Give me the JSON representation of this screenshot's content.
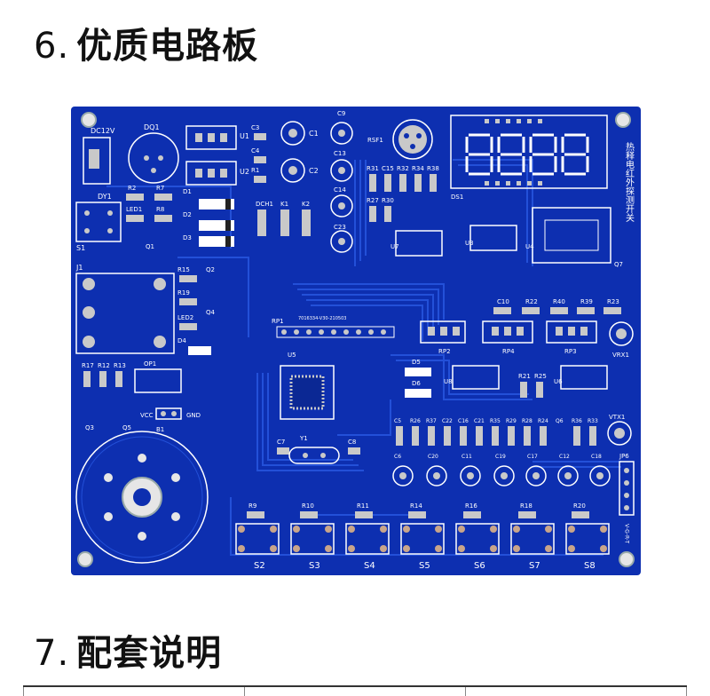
{
  "section6": {
    "number": "6.",
    "title": "优质电路板"
  },
  "section7": {
    "number": "7.",
    "title": "配套说明"
  },
  "pcb": {
    "board_color": "#0d2fb0",
    "copper_color": "#1e48d0",
    "silk_color": "#ffffff",
    "pad_color": "#c9c9c9",
    "brand_text": "热释电红外探测开关",
    "part_number": "7016334-V30-210503",
    "labels": {
      "dc12v": "DC12V",
      "dq1": "DQ1",
      "u1": "U1",
      "u2": "U2",
      "c3": "C3",
      "c4": "C4",
      "r1": "R1",
      "c1": "C1",
      "c2": "C2",
      "c9": "C9",
      "c13": "C13",
      "c14": "C14",
      "c23": "C23",
      "rsf1": "RSF1",
      "r31": "R31",
      "c15": "C15",
      "r32": "R32",
      "r34": "R34",
      "r38": "R38",
      "r27": "R27",
      "r30": "R30",
      "ds1": "DS1",
      "dy1": "DY1",
      "r2": "R2",
      "r7": "R7",
      "led1": "LED1",
      "r8": "R8",
      "s1": "S1",
      "d1": "D1",
      "d2": "D2",
      "d3": "D3",
      "q1": "Q1",
      "dch1": "DCH1",
      "k1": "K1",
      "k2": "K2",
      "u7": "U7",
      "u3": "U3",
      "u4": "U4",
      "q7": "Q7",
      "j1": "J1",
      "r15": "R15",
      "q2": "Q2",
      "r19": "R19",
      "led2": "LED2",
      "q4": "Q4",
      "d4": "D4",
      "rp1": "RP1",
      "c10": "C10",
      "r22": "R22",
      "r40": "R40",
      "r39": "R39",
      "r23": "R23",
      "rp2": "RP2",
      "rp4": "RP4",
      "rp3": "RP3",
      "vrx1": "VRX1",
      "r17": "R17",
      "r12": "R12",
      "r13": "R13",
      "op1": "OP1",
      "u5": "U5",
      "d5": "D5",
      "d6": "D6",
      "u6": "U6",
      "r21": "R21",
      "r25": "R25",
      "u8": "U8",
      "vcc": "VCC",
      "gnd": "GND",
      "b1": "B1",
      "q3": "Q3",
      "q5": "Q5",
      "c5": "C5",
      "r26": "R26",
      "r37": "R37",
      "c22": "C22",
      "c16": "C16",
      "c21": "C21",
      "r35": "R35",
      "r29": "R29",
      "r28": "R28",
      "r24": "R24",
      "q6": "Q6",
      "r36": "R36",
      "r33": "R33",
      "vtx1": "VTX1",
      "c7": "C7",
      "y1": "Y1",
      "c8": "C8",
      "c6": "C6",
      "c20": "C20",
      "c11": "C11",
      "c19": "C19",
      "c17": "C17",
      "c12": "C12",
      "c18": "C18",
      "jp6": "JP6",
      "jp6_pins": "V-G-R-T",
      "r9": "R9",
      "r10": "R10",
      "r11": "R11",
      "r14": "R14",
      "r16": "R16",
      "r18": "R18",
      "r20": "R20",
      "s2": "S2",
      "s3": "S3",
      "s4": "S4",
      "s5": "S5",
      "s6": "S6",
      "s7": "S7",
      "s8": "S8"
    }
  }
}
